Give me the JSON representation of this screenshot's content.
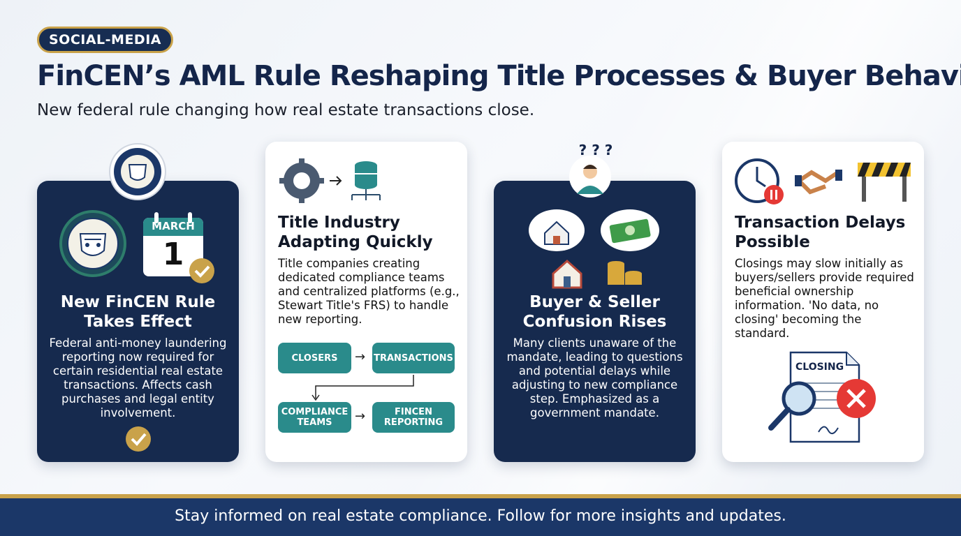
{
  "badge": "SOCIAL-MEDIA",
  "title": "FinCEN’s AML Rule Reshaping Title Processes & Buyer Behavior",
  "subtitle": "New federal rule changing how real estate transactions close.",
  "cards": [
    {
      "heading_line1": "New FinCEN Rule",
      "heading_line2": "Takes Effect",
      "calendar_month": "MARCH",
      "calendar_day": "1",
      "body": "Federal anti-money laundering reporting now required for certain residential real estate transactions. Affects cash purchases and legal entity involvement."
    },
    {
      "heading_line1": "Title Industry",
      "heading_line2": "Adapting Quickly",
      "body": "Title companies creating dedicated compliance teams and centralized platforms (e.g., Stewart Title's FRS) to handle new reporting.",
      "flow": [
        "CLOSERS",
        "TRANSACTIONS",
        "COMPLIANCE TEAMS",
        "FINCEN REPORTING"
      ]
    },
    {
      "heading_line1": "Buyer & Seller",
      "heading_line2": "Confusion Rises",
      "question_marks": "? ? ?",
      "body": "Many clients unaware of the mandate, leading to questions and potential delays while adjusting to new compliance step. Emphasized as a government mandate."
    },
    {
      "heading_line1": "Transaction Delays",
      "heading_line2": "Possible",
      "body": "Closings may slow initially as buyers/sellers provide required beneficial ownership information. 'No data, no closing' becoming the standard.",
      "doc_label": "CLOSING"
    }
  ],
  "footer": "Stay informed on real estate compliance. Follow for more insights and updates.",
  "colors": {
    "navy": "#162a4e",
    "gold": "#c9a24a",
    "teal": "#2a8b8b",
    "red": "#e53935"
  }
}
